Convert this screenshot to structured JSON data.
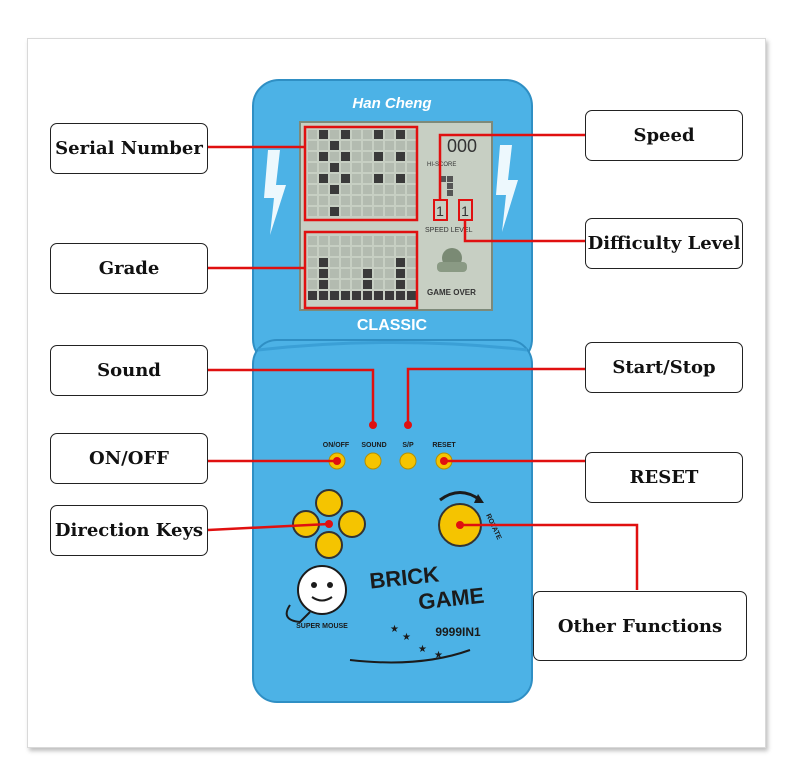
{
  "device": {
    "brand": "Han Cheng",
    "model_label": "CLASSIC",
    "logo_line1": "BRICK",
    "logo_line2": "GAME",
    "mascot_text": "SUPER MOUSE",
    "game_count": "9999IN1",
    "rotate_label": "ROTATE",
    "body_color": "#4cb2e6",
    "key_color": "#f5c400",
    "accent_color": "#e01010"
  },
  "screen": {
    "hi_score_label": "HI-SCORE",
    "speed_level_label": "SPEED LEVEL",
    "game_over_label": "GAME OVER",
    "score_display": "000"
  },
  "buttons": {
    "on_off": "ON/OFF",
    "sound": "SOUND",
    "start_pause": "S/P",
    "reset": "RESET"
  },
  "callouts": {
    "serial_number": "Serial Number",
    "grade": "Grade",
    "sound": "Sound",
    "on_off": "ON/OFF",
    "direction_keys": "Direction Keys",
    "speed": "Speed",
    "difficulty_level": "Difficulty Level",
    "start_stop": "Start/Stop",
    "reset": "RESET",
    "other_functions": "Other Functions"
  }
}
